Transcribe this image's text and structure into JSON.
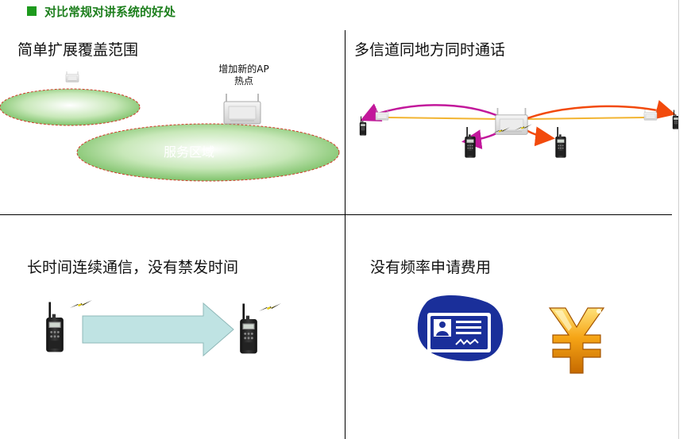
{
  "header": {
    "title": "对比常规对讲系统的好处"
  },
  "quadrants": {
    "coverage": {
      "title": "简单扩展覆盖范围",
      "new_ap_label_line1": "增加新的AP",
      "new_ap_label_line2": "热点",
      "service_area_label": "服务区域"
    },
    "multichannel": {
      "title": "多信道同地方同时通话"
    },
    "continuous": {
      "title": "长时间连续通信，没有禁发时间"
    },
    "no_fee": {
      "title": "没有频率申请费用"
    }
  },
  "icons": {
    "access_point": "access-point-icon",
    "radio": "walkie-talkie-icon",
    "signal": "lightning-signal-icon",
    "license": "license-card-icon",
    "yen": "yen-coin-icon"
  },
  "colors": {
    "header_green": "#1d7f1d",
    "ellipse_green": "#9bd08a",
    "ellipse_border": "#d23a2a",
    "arrow_fill": "#bfe3e3",
    "magenta_link": "#c2189b",
    "orange_link": "#f24a0c",
    "yellow_link": "#f2b431",
    "license_blue": "#1a2f9a",
    "yen_gold": "#f2a30f"
  }
}
